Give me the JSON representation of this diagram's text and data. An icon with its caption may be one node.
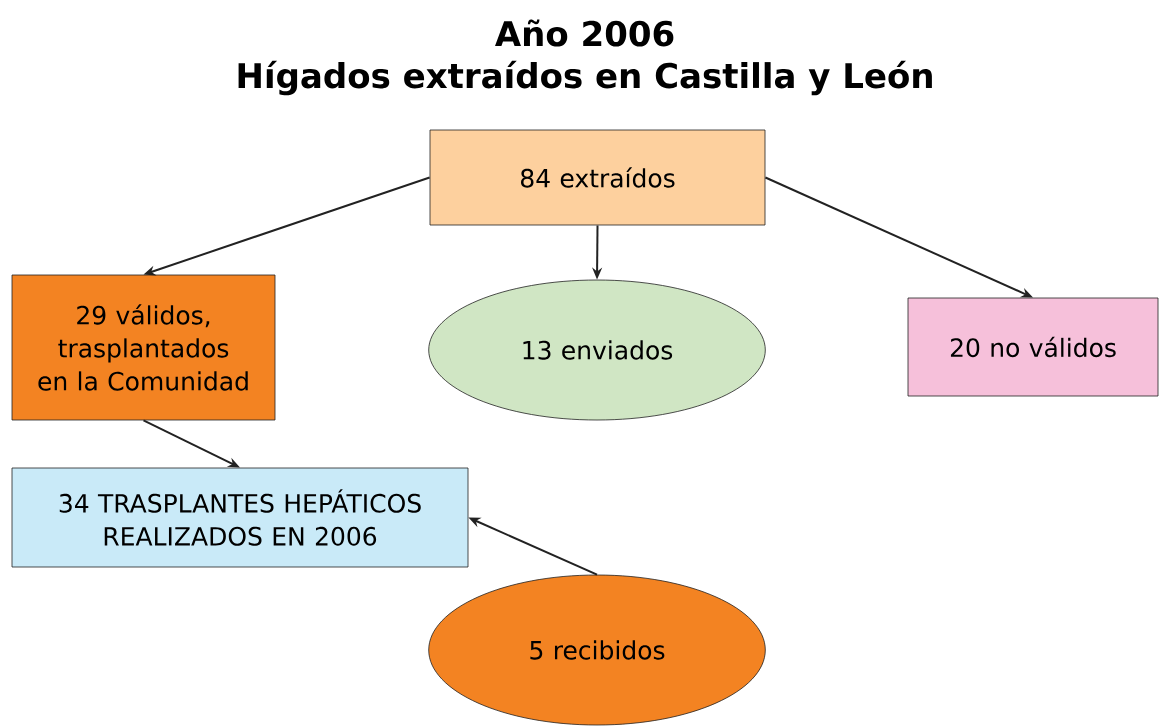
{
  "diagram": {
    "title": "Año 2006",
    "nodes": [
      {
        "text": [
          "84 extraídos"
        ]
      },
      {
        "text": [
          "29 válidos, trasplantados en la Comunidad"
        ]
      },
      {
        "text": [
          "13 enviados"
        ]
      },
      {
        "text": [
          "20 no válidos"
        ]
      },
      {
        "text": [
          "34 TRASPLANTES HEPÁTICOS REALIZADOS EN 2006"
        ]
      },
      {
        "text": [
          "5 recibidos"
        ]
      }
    ],
    "edges": [
      {
        "from": 0,
        "to": 1,
        "arrow": "to"
      },
      {
        "from": 0,
        "to": 2,
        "arrow": "to"
      },
      {
        "from": 0,
        "to": 3,
        "arrow": "to"
      },
      {
        "from": 1,
        "to": 4,
        "arrow": "to"
      },
      {
        "from": 5,
        "to": 4,
        "arrow": "to"
      }
    ],
    "labels": [
      "Hígados extraídos en Castilla y León"
    ]
  }
}
